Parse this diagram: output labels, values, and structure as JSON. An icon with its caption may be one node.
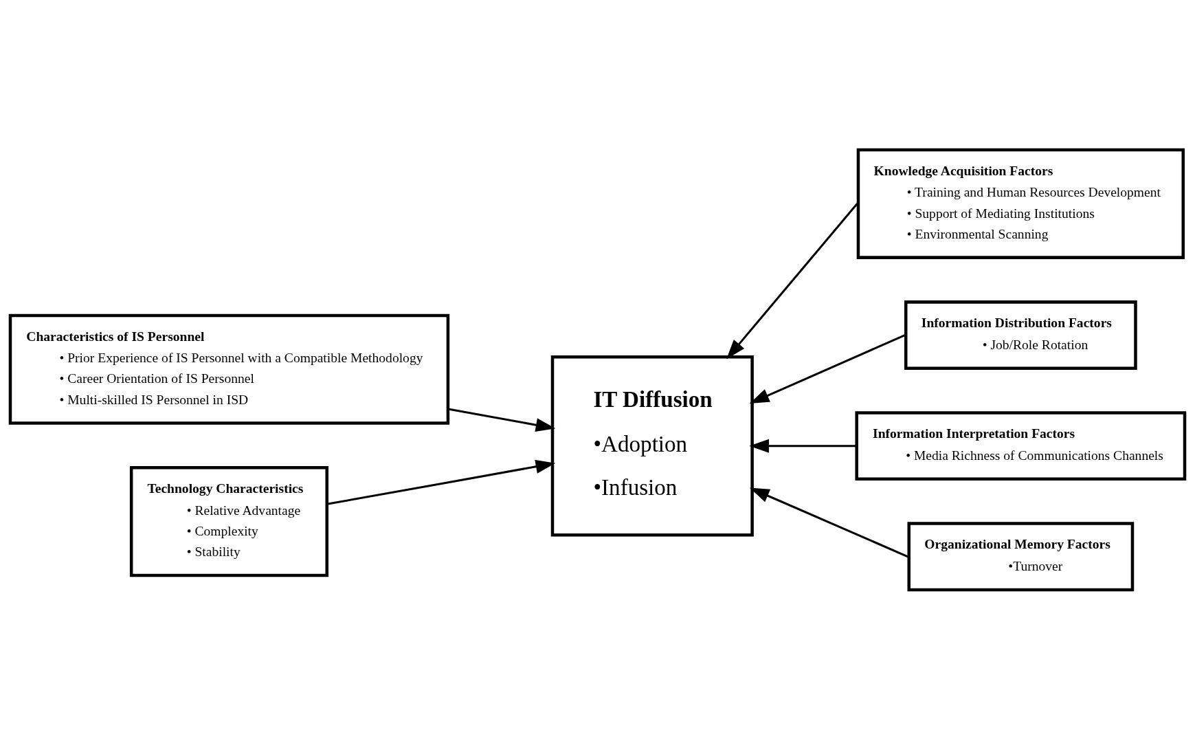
{
  "diagram": {
    "nodes": [
      {
        "text": [
          "Characteristics of IS Personnel",
          "• Prior Experience of IS Personnel with a Compatible Methodology",
          "• Career Orientation of IS Personnel",
          "• Multi-skilled IS Personnel in ISD"
        ]
      },
      {
        "text": [
          "Technology Characteristics",
          "• Relative Advantage",
          "• Complexity",
          "• Stability"
        ]
      },
      {
        "text": [
          "IT Diffusion",
          "•Adoption",
          "•Infusion"
        ]
      },
      {
        "text": [
          "Knowledge Acquisition Factors",
          "• Training and Human Resources Development",
          "• Support of Mediating Institutions",
          "• Environmental Scanning"
        ]
      },
      {
        "text": [
          "Information Distribution Factors",
          "• Job/Role Rotation"
        ]
      },
      {
        "text": [
          "Information Interpretation Factors",
          "• Media Richness of Communications Channels"
        ]
      },
      {
        "text": [
          "Organizational Memory Factors",
          "•Turnover"
        ]
      }
    ],
    "edges": [
      {
        "from": 0,
        "to": 2,
        "arrow": "to"
      },
      {
        "from": 1,
        "to": 2,
        "arrow": "to"
      },
      {
        "from": 3,
        "to": 2,
        "arrow": "to"
      },
      {
        "from": 4,
        "to": 2,
        "arrow": "to"
      },
      {
        "from": 5,
        "to": 2,
        "arrow": "to"
      },
      {
        "from": 6,
        "to": 2,
        "arrow": "to"
      }
    ]
  }
}
